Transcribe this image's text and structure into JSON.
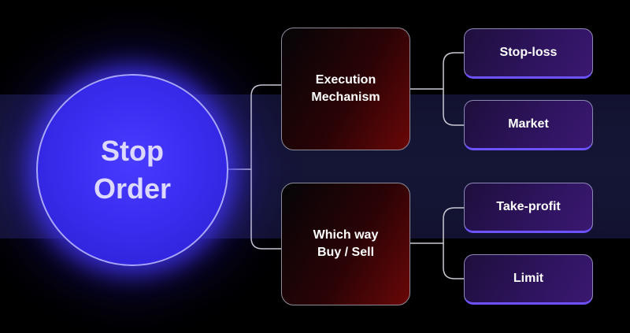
{
  "diagram": {
    "root": {
      "label": "Stop\nOrder"
    },
    "branches": [
      {
        "label": "Execution\nMechanism",
        "children": [
          "Stop-loss",
          "Market"
        ]
      },
      {
        "label": "Which way\nBuy / Sell",
        "children": [
          "Take-profit",
          "Limit"
        ]
      }
    ]
  },
  "colors": {
    "background": "#000000",
    "band": "#141434",
    "root_fill": "#3b2df0",
    "root_glow": "#4637ff",
    "branch_fill_dark": "#050507",
    "branch_fill_red": "#6a0707",
    "leaf_fill": "#2f1460",
    "leaf_accent": "#6d52ff",
    "connector": "#c9c9d4",
    "text": "#ffffff"
  }
}
